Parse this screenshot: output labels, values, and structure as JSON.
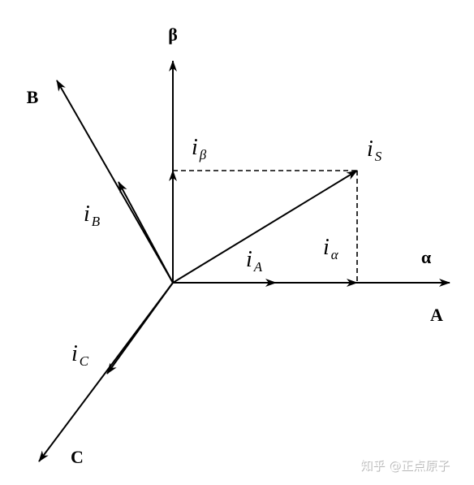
{
  "axes": {
    "beta": "β",
    "alpha": "α",
    "A": "A",
    "B": "B",
    "C": "C"
  },
  "vectors": {
    "i_s": {
      "main": "i",
      "sub": "S"
    },
    "i_alpha": {
      "main": "i",
      "sub": "α"
    },
    "i_beta": {
      "main": "i",
      "sub": "β"
    },
    "i_A": {
      "main": "i",
      "sub": "A"
    },
    "i_B": {
      "main": "i",
      "sub": "B"
    },
    "i_C": {
      "main": "i",
      "sub": "C"
    }
  },
  "watermark": "知乎 @正点原子",
  "colors": {
    "line": "#000000",
    "background": "#ffffff"
  }
}
